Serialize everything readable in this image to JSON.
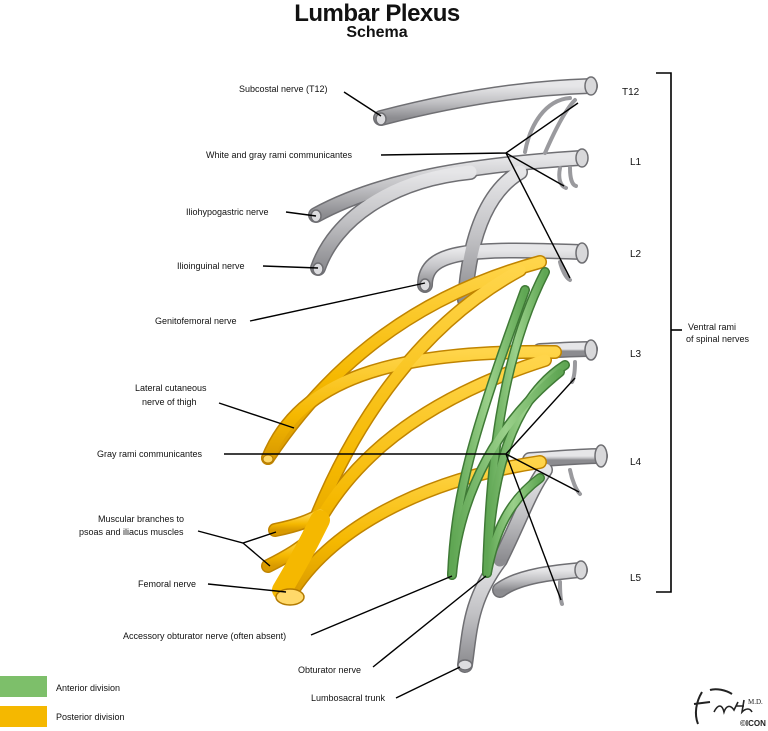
{
  "title": "Lumbar Plexus",
  "subtitle": "Schema",
  "levels": [
    "T12",
    "L1",
    "L2",
    "L3",
    "L4",
    "L5"
  ],
  "bracket_label_line1": "Ventral  rami",
  "bracket_label_line2": "of spinal nerves",
  "labels": {
    "subcostal": "Subcostal nerve (T12)",
    "rami_wg": "White and gray rami communicantes",
    "iliohypogastric": "Iliohypogastric nerve",
    "ilioinguinal": "Ilioinguinal nerve",
    "genitofemoral": "Genitofemoral nerve",
    "lateral_cutaneous_1": "Lateral cutaneous",
    "lateral_cutaneous_2": "nerve of thigh",
    "gray_rami": "Gray rami communicantes",
    "muscular_1": "Muscular branches to",
    "muscular_2": "psoas and iliacus muscles",
    "femoral": "Femoral nerve",
    "accessory_obturator": "Accessory obturator nerve (often absent)",
    "obturator": "Obturator nerve",
    "lumbosacral": "Lumbosacral trunk"
  },
  "legend": [
    {
      "label": "Anterior division",
      "color": "#7dbf6a"
    },
    {
      "label": "Posterior division",
      "color": "#f5b800"
    }
  ],
  "colors": {
    "nerve_gray": "#c4c4c6",
    "nerve_gray_dark": "#7a7a7e",
    "anterior": "#7dbf6a",
    "posterior": "#f5b800"
  },
  "signature_text": "F. Netter M.D.",
  "icon_text": "©ICON"
}
